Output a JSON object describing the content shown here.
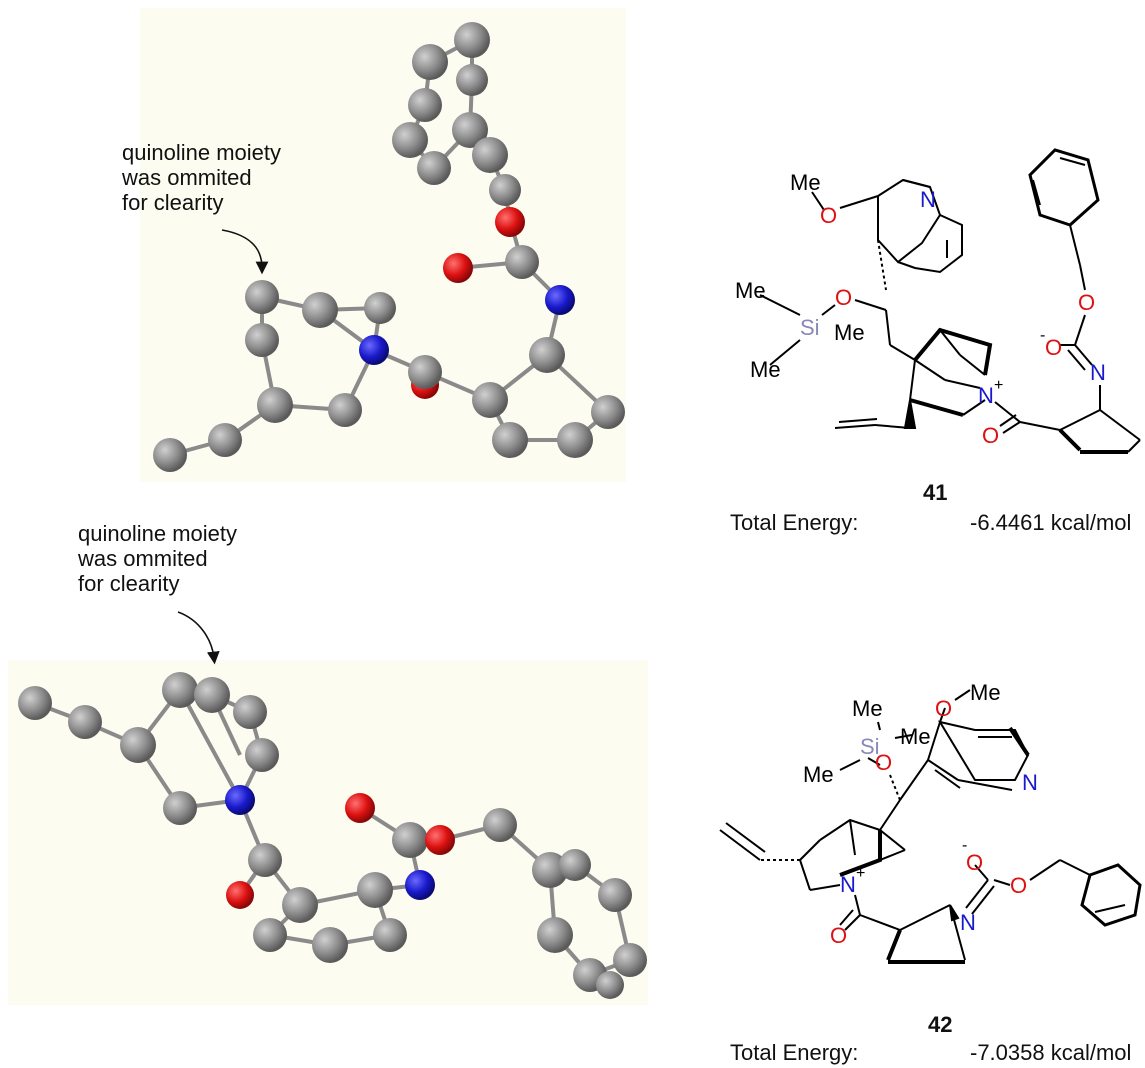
{
  "annotations": {
    "top_note": [
      "quinoline moiety",
      "was ommited",
      "for clearity"
    ],
    "bottom_note": [
      "quinoline moiety",
      "was ommited",
      "for clearity"
    ]
  },
  "compounds": [
    {
      "number": "41",
      "energy_label": "Total Energy:",
      "energy_value": "-6.4461 kcal/mol",
      "labels": {
        "me_top": "Me",
        "o_methoxy": "O",
        "n_quin": "N",
        "me_si1": "Me",
        "o_silyl": "O",
        "si": "Si",
        "me_si2": "Me",
        "me_si3": "Me",
        "o_ester": "O",
        "o_minus": "O",
        "minus": "-",
        "n_imine": "N",
        "n_plus": "N",
        "plus": "+",
        "o_carbonyl": "O"
      }
    },
    {
      "number": "42",
      "energy_label": "Total Energy:",
      "energy_value": "-7.0358 kcal/mol",
      "labels": {
        "me_top": "Me",
        "o_methoxy": "O",
        "n_quin": "N",
        "me_si1": "Me",
        "si": "Si",
        "me_si2": "Me",
        "me_si3": "Me",
        "o_silyl": "O",
        "o_minus": "O",
        "minus": "-",
        "o_ester": "O",
        "n_imine": "N",
        "n_plus": "N",
        "plus": "+",
        "o_carbonyl": "O"
      }
    }
  ],
  "colors": {
    "carbon": "#8c8c8c",
    "nitrogen": "#1a1acc",
    "oxygen": "#dd1111",
    "silicon": "#8888bb",
    "panel_bg": "#fdfcf0"
  }
}
